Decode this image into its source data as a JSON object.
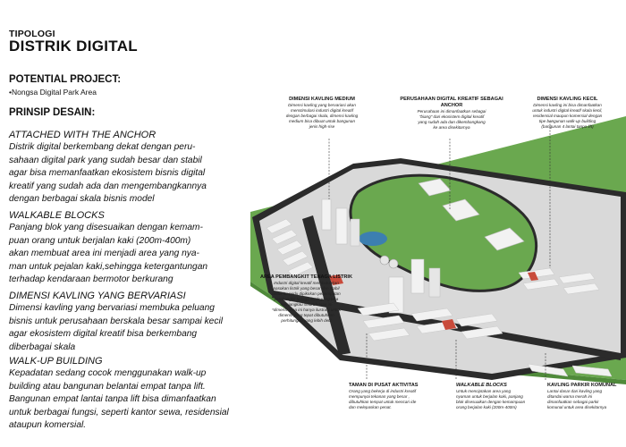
{
  "header": {
    "kicker": "TIPOLOGI",
    "title": "DISTRIK DIGITAL"
  },
  "potential_project": {
    "heading": "POTENTIAL PROJECT:",
    "item": "•Nongsa Digital Park Area"
  },
  "design_principles": {
    "heading": "PRINSIP DESAIN:",
    "sections": [
      {
        "heading": "ATTACHED WITH THE ANCHOR",
        "lines": [
          "Distrik digital berkembang dekat dengan peru-",
          "sahaan digital park yang sudah besar dan stabil",
          "agar bisa memanfaatkan ekosistem bisnis digital",
          "kreatif yang sudah ada dan mengembangkannya",
          "dengan berbagai skala bisnis model"
        ]
      },
      {
        "heading": "WALKABLE BLOCKS",
        "lines": [
          "Panjang blok yang disesuaikan dengan kemam-",
          "puan orang untuk berjalan kaki (200m-400m)",
          "akan membuat area ini menjadi area yang nya-",
          "man untuk pejalan kaki,sehingga ketergantungan",
          "terhadap kendaraan bermotor berkurang"
        ]
      },
      {
        "heading": "DIMENSI KAVLING YANG BERVARIASI",
        "lines": [
          "Dimensi kavling yang bervariasi membuka peluang",
          "bisnis untuk perusahaan berskala besar sampai kecil",
          "agar ekosistem digital kreatif bisa berkembang",
          "diberbagai skala"
        ]
      },
      {
        "heading": "WALK-UP BUILDING",
        "lines": [
          "Kepadatan sedang cocok menggunakan walk-up",
          "building atau bangunan belantai empat tanpa lift.",
          "Bangunan empat lantai tanpa lift bisa dimanfaatkan",
          "untuk berbagai fungsi, seperti kantor sewa, residensial",
          "ataupun komersial."
        ]
      }
    ]
  },
  "callouts": {
    "kavling_medium": {
      "title": "DIMENSI KAVLING MEDIUM",
      "lines": [
        "Dimensi kavling yang bervariasi akan",
        "menstimulasi industri digital kreatif",
        "dengan berbagai skala, dimensi kavling",
        "medium bisa dibuat untuk bangunan",
        "jenis high-rise"
      ]
    },
    "anchor": {
      "title": "PERUSAHAAN DIGITAL KREATIF SEBAGAI ANCHOR",
      "lines": [
        "Perusahaan ini dimanfaatkan sebagai",
        "\"biang\" dari ekosistem digital kreatif",
        "yang sudah ada dan dikembangkang",
        "ke area disekitarnya"
      ]
    },
    "kavling_kecil": {
      "title": "DIMENSI KAVLING KECIL",
      "lines": [
        "Dimensi kavling ini bisa dimanfaatkan",
        "untuk industri digital kreatif skala kecil,",
        "residensial maupun komersial dengan",
        "tipe bangunan walk-up building",
        "(bangunan 4 lantai tanpa lift)"
      ]
    },
    "power": {
      "title": "AREA PEMBANGKIT TENAGA LISTRIK",
      "lines": [
        "Industri digital kreatif membutuhkan",
        "pasokan listrik yang besar dan stabil",
        "untuk itu perlu dipikirkan penempatan",
        "pembangkit tenaga listrik yang bisa",
        "menjangkau seluruh area ini",
        "*dimensi area ini hanya ilustrasi untuk",
        "dimensi yang tepat dibutuhkan",
        "perhitungan yang lebih detil"
      ]
    },
    "park": {
      "title": "TAMAN DI PUSAT AKTIVITAS",
      "lines": [
        "Orang yang bekerja di industri kreatif",
        "mempunyai tekanan yang besar ,",
        "dibutuhkan tempat untuk mencari ide",
        "dan melepaskan penat."
      ]
    },
    "walkable": {
      "title": "WALKABLE BLOCKS",
      "lines": [
        "Untuk menciptakan area yang",
        "nyaman untuk berjalan kaki, panjang",
        "blok disesuaikan dengan kemampuan",
        "orang berjalan kaki (200m-400m)"
      ]
    },
    "parking": {
      "title": "KAVLING PARKIR KOMUNAL",
      "lines": [
        "Lantai dasar dari kavling yang",
        "ditandai warna merah ini",
        "dimanfaatkan sebagai parkir",
        "komunal untuk area disekitarnya"
      ]
    }
  },
  "colors": {
    "grass": "#6aa84f",
    "grass_dark": "#4f8a3a",
    "road": "#2b2b2b",
    "building": "#f2f2f2",
    "building_shade": "#c9c9c9",
    "parking_red": "#c94b3b",
    "water": "#3c7fb0"
  }
}
